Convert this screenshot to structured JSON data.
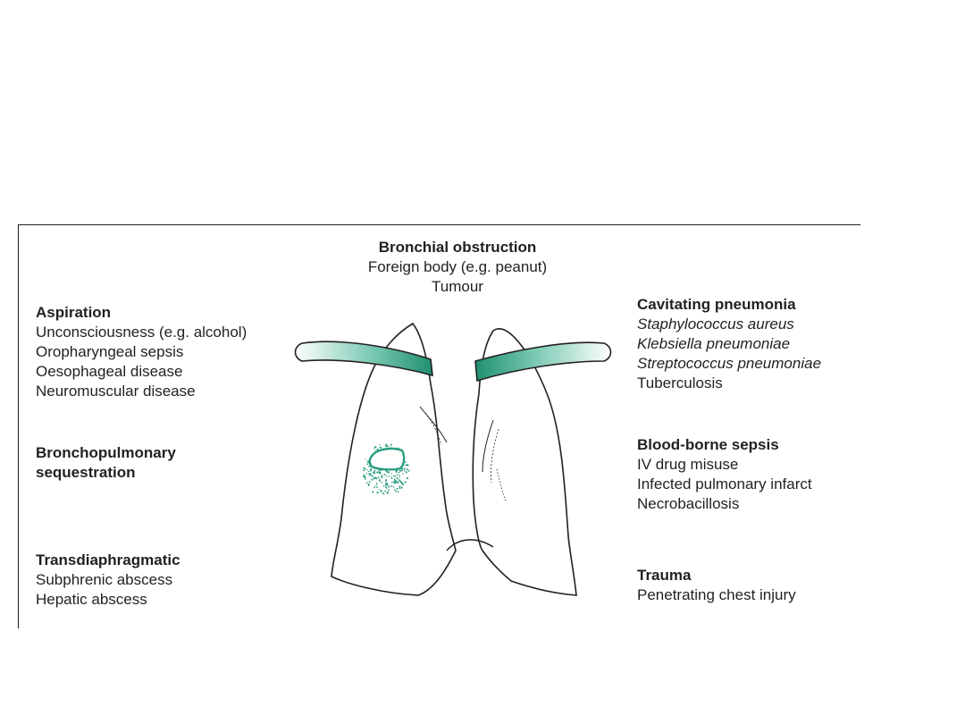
{
  "diagram": {
    "accent_color": "#2a9d7f",
    "groups": {
      "bronchial_obstruction": {
        "heading": "Bronchial obstruction",
        "items": [
          "Foreign body (e.g. peanut)",
          "Tumour"
        ]
      },
      "aspiration": {
        "heading": "Aspiration",
        "items": [
          "Unconsciousness (e.g. alcohol)",
          "Oropharyngeal sepsis",
          "Oesophageal disease",
          "Neuromuscular disease"
        ]
      },
      "bronchopulmonary": {
        "heading_line1": "Bronchopulmonary",
        "heading_line2": "sequestration"
      },
      "transdiaphragmatic": {
        "heading": "Transdiaphragmatic",
        "items": [
          "Subphrenic abscess",
          "Hepatic abscess"
        ]
      },
      "cavitating_pneumonia": {
        "heading": "Cavitating pneumonia",
        "items": [
          "Staphylococcus aureus",
          "Klebsiella pneumoniae",
          "Streptococcus pneumoniae",
          "Tuberculosis"
        ]
      },
      "blood_borne_sepsis": {
        "heading": "Blood-borne sepsis",
        "items": [
          "IV drug misuse",
          "Infected pulmonary infarct",
          "Necrobacillosis"
        ]
      },
      "trauma": {
        "heading": "Trauma",
        "items": [
          "Penetrating chest injury"
        ]
      }
    }
  }
}
